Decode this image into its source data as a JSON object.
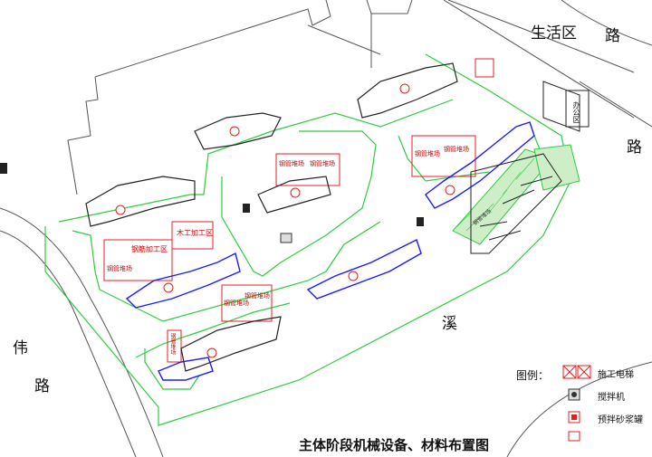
{
  "title": "主体阶段机械设备、材料布置图",
  "roads": {
    "living_zone": "生活区",
    "road_top_right_1": "路",
    "road_top_right_2": "路",
    "xi": "溪",
    "wei": "伟",
    "road_left": "路"
  },
  "areas": {
    "office": "办公区",
    "steel_yard": "钢筋加工区",
    "wood_yard": "木工加工区",
    "material_stack_1": "钢管堆场",
    "material_stack_2": "钢管堆场",
    "material_stack_3": "钢管堆场",
    "material_stack_4": "钢管堆场",
    "material_stack_5": "钢管堆场",
    "material_stack_6": "钢管堆场",
    "material_stack_7": "钢管堆场",
    "material_stack_8": "钢管堆场",
    "steel_stack": "钢管堆场"
  },
  "legend": {
    "heading": "图例：",
    "items": [
      {
        "label": "施工电梯",
        "icon": "construction-elevator-icon"
      },
      {
        "label": "搅拌机",
        "icon": "mixer-icon"
      },
      {
        "label": "预拌砂浆罐",
        "icon": "mortar-tank-icon"
      },
      {
        "label": "",
        "icon": "tower-crane-icon"
      }
    ]
  },
  "colors": {
    "road_green": "#2ecc40",
    "building_blue": "#1a1aff",
    "building_black": "#222222",
    "stack_red": "#e02020",
    "site_line": "#555555"
  }
}
